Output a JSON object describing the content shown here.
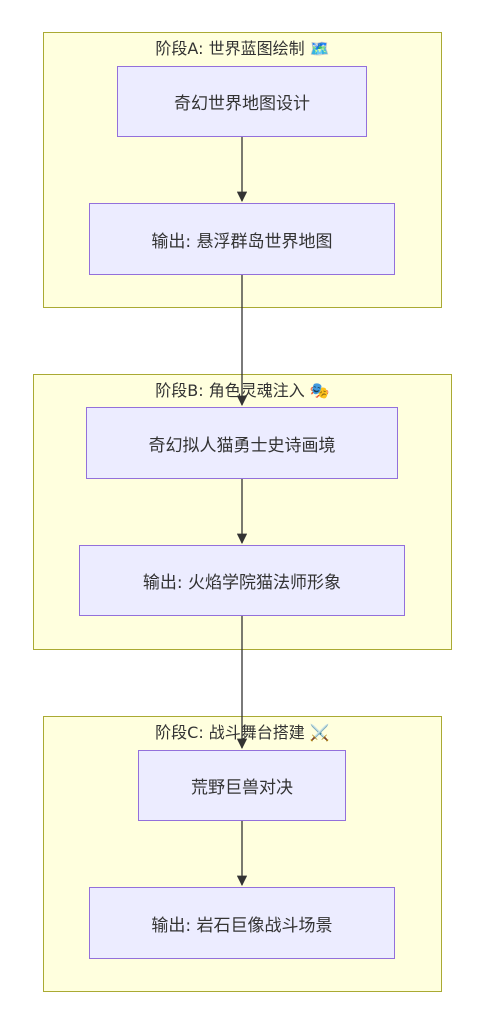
{
  "stages": [
    {
      "title": "阶段A: 世界蓝图绘制 🗺️",
      "steps": [
        "奇幻世界地图设计",
        "输出: 悬浮群岛世界地图"
      ]
    },
    {
      "title": "阶段B: 角色灵魂注入 🎭",
      "steps": [
        "奇幻拟人猫勇士史诗画境",
        "输出: 火焰学院猫法师形象"
      ]
    },
    {
      "title": "阶段C: 战斗舞台搭建 ⚔️",
      "steps": [
        "荒野巨兽对决",
        "输出: 岩石巨像战斗场景"
      ]
    }
  ],
  "colors": {
    "cluster_fill": "#ffffde",
    "cluster_border": "#aaaa33",
    "node_fill": "#ececff",
    "node_border": "#9370db",
    "edge": "#333333",
    "text": "#333333"
  }
}
